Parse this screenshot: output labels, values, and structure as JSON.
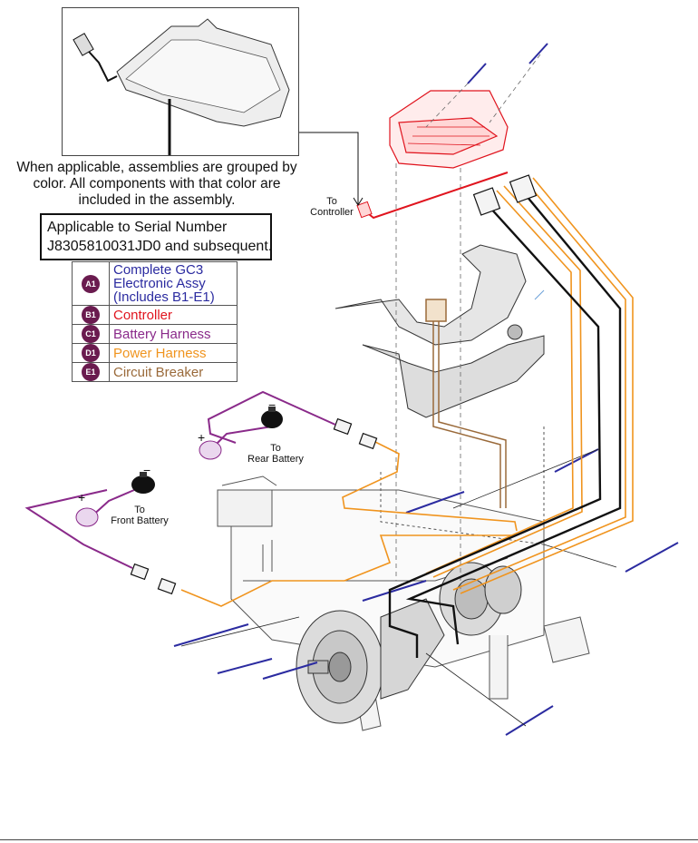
{
  "note": "When applicable, assemblies are grouped by color. All components with that color are included in the assembly.",
  "serial": {
    "line1": "Applicable to Serial Number",
    "line2": "J8305810031JD0 and subsequent."
  },
  "legend": [
    {
      "key": "A1",
      "label": "Complete GC3 Electronic Assy (Includes B1-E1)",
      "color": "#2b2ba0"
    },
    {
      "key": "B1",
      "label": "Controller",
      "color": "#e0141e"
    },
    {
      "key": "C1",
      "label": "Battery Harness",
      "color": "#8a2a8a"
    },
    {
      "key": "D1",
      "label": "Power Harness",
      "color": "#f0941e"
    },
    {
      "key": "E1",
      "label": "Circuit Breaker",
      "color": "#9a6a3a"
    }
  ],
  "labels": {
    "to_controller": "To\nController",
    "to_rear_battery": "To\nRear Battery",
    "to_front_battery": "To\nFront Battery",
    "plus": "+",
    "minus": "−"
  },
  "colors": {
    "controller": "#e0141e",
    "battery_harness": "#8a2a8a",
    "power_harness": "#f0941e",
    "circuit_breaker": "#9a6a3a",
    "badge": "#6a1b4f",
    "line": "#111111"
  },
  "icons": [
    "positive-terminal-icon",
    "negative-terminal-icon",
    "screw-icon",
    "connector-icon"
  ]
}
